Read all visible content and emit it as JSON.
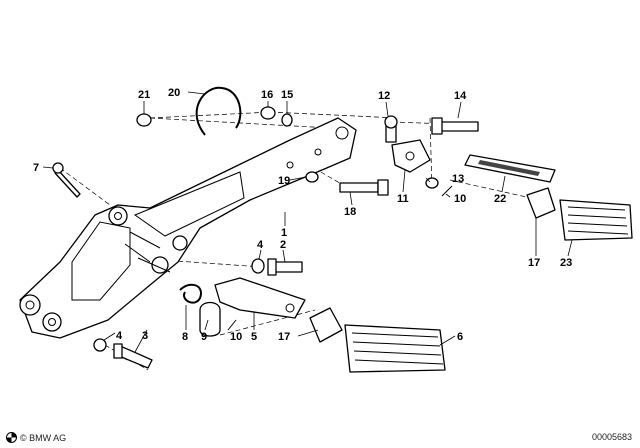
{
  "footer": {
    "copyright": "© BMW AG",
    "doc_number": "00005683"
  },
  "callouts": [
    {
      "id": "c21",
      "label": "21"
    },
    {
      "id": "c20",
      "label": "20"
    },
    {
      "id": "c16",
      "label": "16"
    },
    {
      "id": "c15",
      "label": "15"
    },
    {
      "id": "c12",
      "label": "12"
    },
    {
      "id": "c14",
      "label": "14"
    },
    {
      "id": "c7",
      "label": "7"
    },
    {
      "id": "c19",
      "label": "19"
    },
    {
      "id": "c11",
      "label": "11"
    },
    {
      "id": "c13",
      "label": "13"
    },
    {
      "id": "c10a",
      "label": "10"
    },
    {
      "id": "c22",
      "label": "22"
    },
    {
      "id": "c18",
      "label": "18"
    },
    {
      "id": "c1",
      "label": "1"
    },
    {
      "id": "c4a",
      "label": "4"
    },
    {
      "id": "c2",
      "label": "2"
    },
    {
      "id": "c17a",
      "label": "17"
    },
    {
      "id": "c23",
      "label": "23"
    },
    {
      "id": "c4b",
      "label": "4"
    },
    {
      "id": "c3",
      "label": "3"
    },
    {
      "id": "c8",
      "label": "8"
    },
    {
      "id": "c9",
      "label": "9"
    },
    {
      "id": "c10b",
      "label": "10"
    },
    {
      "id": "c5",
      "label": "5"
    },
    {
      "id": "c17b",
      "label": "17"
    },
    {
      "id": "c6",
      "label": "6"
    }
  ]
}
